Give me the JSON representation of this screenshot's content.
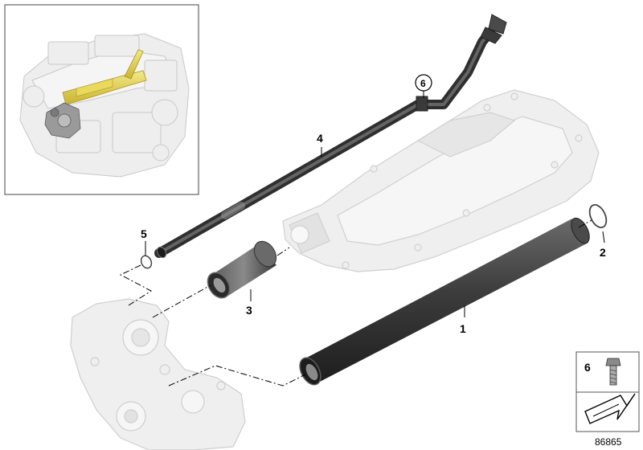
{
  "diagram": {
    "callouts": [
      {
        "id": "1",
        "label": "1"
      },
      {
        "id": "2",
        "label": "2"
      },
      {
        "id": "3",
        "label": "3"
      },
      {
        "id": "4",
        "label": "4"
      },
      {
        "id": "5",
        "label": "5"
      },
      {
        "id": "6",
        "label": "6"
      }
    ],
    "legend": {
      "item_number": "6"
    },
    "reference_number": "86865"
  }
}
